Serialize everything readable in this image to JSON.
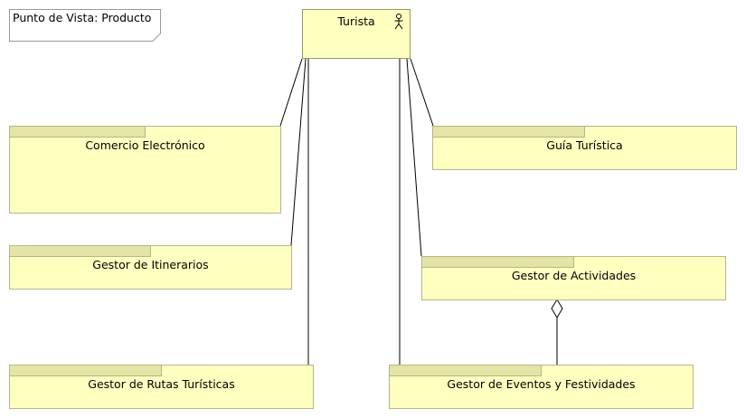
{
  "viewpoint_note": "Punto de Vista: Producto",
  "actor": {
    "name": "Turista",
    "icon": "stick-figure-icon"
  },
  "components": {
    "comercio_electronico": "Comercio Electrónico",
    "guia_turistica": "Guía Turística",
    "gestor_itinerarios": "Gestor de Itinerarios",
    "gestor_actividades": "Gestor de Actividades",
    "gestor_rutas": "Gestor de Rutas Turísticas",
    "gestor_eventos": "Gestor de Eventos y Festividades"
  },
  "relations": [
    {
      "from": "actor",
      "to": "comercio_electronico",
      "type": "association"
    },
    {
      "from": "actor",
      "to": "gestor_itinerarios",
      "type": "association"
    },
    {
      "from": "actor",
      "to": "gestor_rutas",
      "type": "association"
    },
    {
      "from": "actor",
      "to": "gestor_eventos",
      "type": "association"
    },
    {
      "from": "actor",
      "to": "gestor_actividades",
      "type": "association"
    },
    {
      "from": "actor",
      "to": "guia_turistica",
      "type": "association"
    },
    {
      "from": "gestor_actividades",
      "to": "gestor_eventos",
      "type": "aggregation"
    }
  ],
  "colors": {
    "fill": "#ffffc0",
    "tab": "#e4e4a4",
    "border": "#b5b58a"
  }
}
